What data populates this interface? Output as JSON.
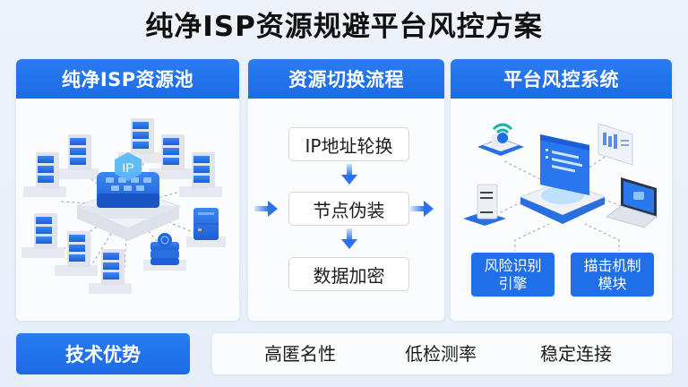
{
  "title": "纯净ISP资源规避平台风控方案",
  "colors": {
    "accent": "#1f6fe8",
    "background": "#eaf1fa",
    "panel": "#fbfcfe"
  },
  "panels": [
    {
      "header": "纯净ISP资源池",
      "illustration": {
        "center_badge": "IP",
        "server_racks": 8,
        "special_nodes": [
          "database-stack",
          "storage-cabinet"
        ]
      }
    },
    {
      "header": "资源切换流程",
      "steps": [
        "IP地址轮换",
        "节点伪装",
        "数据加密"
      ]
    },
    {
      "header": "平台风控系统",
      "illustration": {
        "nodes": [
          "wifi-sensor",
          "server-tower",
          "dashboard-chart",
          "laptop"
        ]
      },
      "modules": [
        {
          "line1": "风险识别",
          "line2": "引擎"
        },
        {
          "line1": "描击机制",
          "line2": "模块"
        }
      ]
    }
  ],
  "advantages": {
    "label": "技术优势",
    "items": [
      "高匿名性",
      "低检测率",
      "稳定连接"
    ]
  }
}
